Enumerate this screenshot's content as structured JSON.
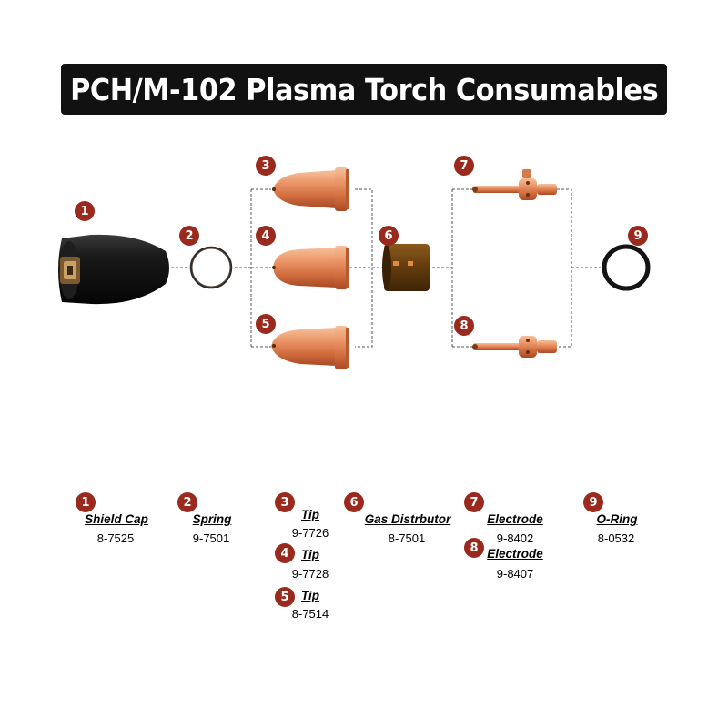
{
  "title": "PCH/M-102 Plasma Torch Consumables",
  "parts": [
    {
      "number": "1",
      "name": "Shield Cap",
      "code": "8-7525"
    },
    {
      "number": "2",
      "name": "Spring",
      "code": "9-7501"
    },
    {
      "number": "3",
      "name": "Tip",
      "code": "9-7726"
    },
    {
      "number": "4",
      "name": "Tip",
      "code": "9-7728"
    },
    {
      "number": "5",
      "name": "Tip",
      "code": "8-7514"
    },
    {
      "number": "6",
      "name": "Gas Distrbutor",
      "code": "8-7501"
    },
    {
      "number": "7",
      "name": "Electrode",
      "code": "9-8402"
    },
    {
      "number": "8",
      "name": "Electrode",
      "code": "9-8407"
    },
    {
      "number": "9",
      "name": "O-Ring",
      "code": "8-0532"
    }
  ],
  "colors": {
    "badge": "#9a2a1d",
    "copper": "#e07a4a",
    "title_bg": "#111111"
  }
}
